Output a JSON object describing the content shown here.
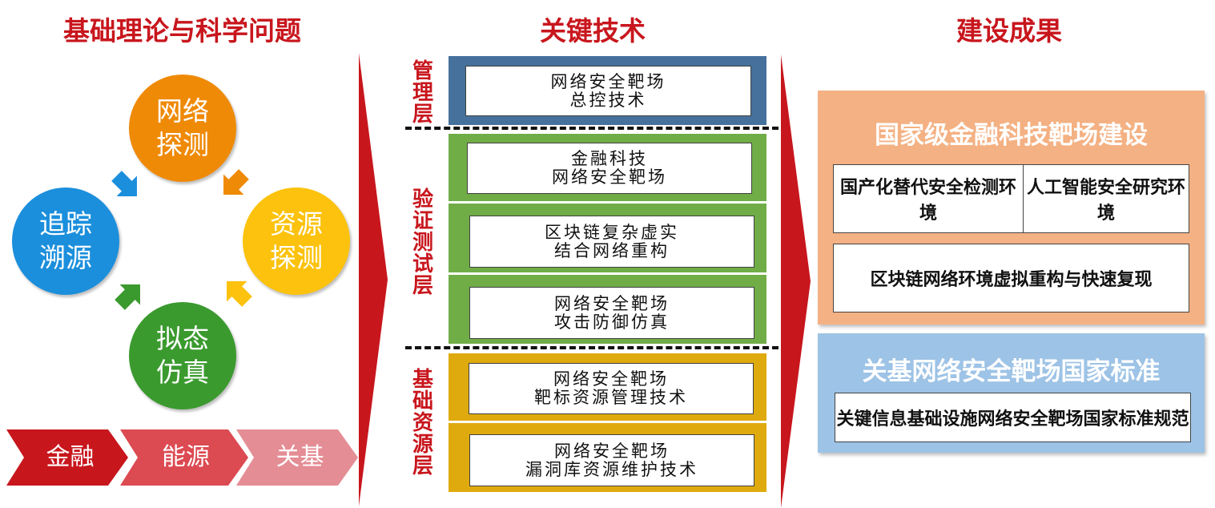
{
  "left": {
    "title": "基础理论与科学问题",
    "circles": [
      {
        "line1": "网络",
        "line2": "探测",
        "color": "#ef8a07"
      },
      {
        "line1": "资源",
        "line2": "探测",
        "color": "#fcc20d"
      },
      {
        "line1": "拟态",
        "line2": "仿真",
        "color": "#3a9a2e"
      },
      {
        "line1": "追踪",
        "line2": "溯源",
        "color": "#1b8fdc"
      }
    ],
    "domains": [
      {
        "label": "金融",
        "color": "#c8161d"
      },
      {
        "label": "能源",
        "color": "#dc4a52"
      },
      {
        "label": "关基",
        "color": "#e48d94"
      }
    ]
  },
  "middle": {
    "title": "关键技术",
    "layers": [
      {
        "label": [
          "管",
          "理",
          "层"
        ],
        "color": "#45719c",
        "items": [
          [
            "网络安全靶场",
            "总控技术"
          ]
        ]
      },
      {
        "label": [
          "验",
          "证",
          "测",
          "试",
          "层"
        ],
        "color": "#70ad47",
        "items": [
          [
            "金融科技",
            "网络安全靶场"
          ],
          [
            "区块链复杂虚实",
            "结合网络重构"
          ],
          [
            "网络安全靶场",
            "攻击防御仿真"
          ]
        ]
      },
      {
        "label": [
          "基",
          "础",
          "资",
          "源",
          "层"
        ],
        "color": "#dfaa0d",
        "items": [
          [
            "网络安全靶场",
            "靶标资源管理技术"
          ],
          [
            "网络安全靶场",
            "漏洞库资源维护技术"
          ]
        ]
      }
    ]
  },
  "right": {
    "title": "建设成果",
    "panel1": {
      "title": "国家级金融科技靶场建设",
      "box1": "国产化替代安全检测环境",
      "box2": "人工智能安全研究环境",
      "box3": "区块链网络环境虚拟重构与快速复现",
      "color": "#f4b183"
    },
    "panel2": {
      "title": "关基网络安全靶场国家标准",
      "box1": "关键信息基础设施网络安全靶场国家标准规范",
      "color": "#9dc3e6"
    }
  },
  "colors": {
    "accent_red": "#c8161d"
  }
}
